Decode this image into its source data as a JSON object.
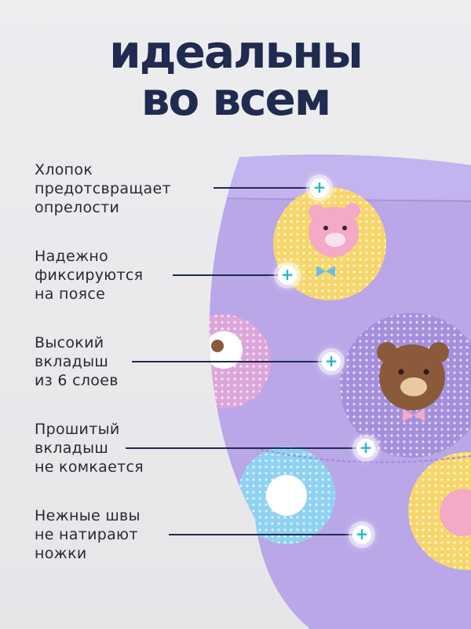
{
  "title": {
    "line1": "идеальны",
    "line2": "во всем"
  },
  "features": [
    {
      "lines": [
        "Хлопок",
        "предотсвращает",
        "опрелости"
      ]
    },
    {
      "lines": [
        "Надежно",
        "фиксируются",
        "на поясе"
      ]
    },
    {
      "lines": [
        "Высокий",
        "вкладыш",
        "из 6 слоев"
      ]
    },
    {
      "lines": [
        "Прошитый",
        "вкладыш",
        "не комкается"
      ]
    },
    {
      "lines": [
        "Нежные швы",
        "не натирают",
        "ножки"
      ]
    }
  ],
  "hotspot_icon": "plus-icon",
  "colors": {
    "title": "#1f2b4f",
    "leader_line": "#1f2b4f",
    "plus": "#26b7c9",
    "fabric": "#b8a6e6",
    "bear_pink": "#f4a9c6",
    "bear_brown": "#8a5a3a",
    "patch_yellow": "#f6d66a",
    "patch_blue": "#8fd1f0"
  }
}
